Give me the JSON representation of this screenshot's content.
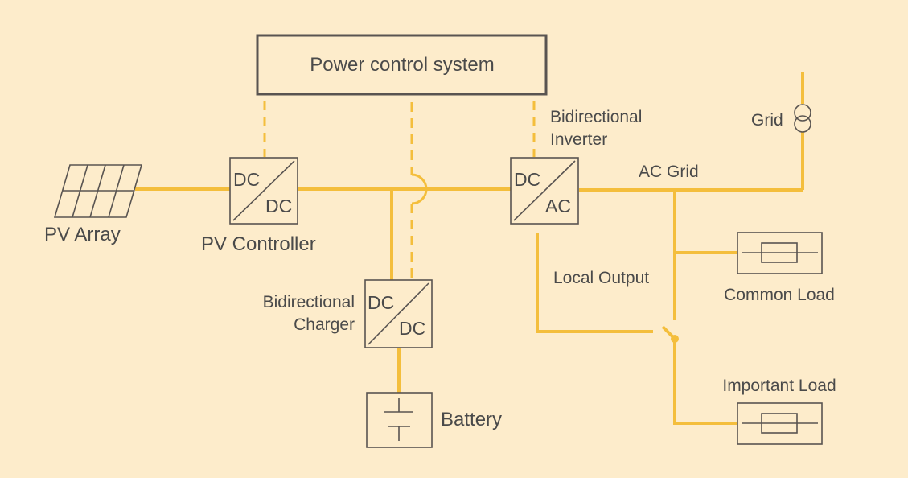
{
  "nodes": {
    "power_control": "Power control system",
    "pv_array": "PV Array",
    "pv_controller": "PV Controller",
    "pv_controller_top": "DC",
    "pv_controller_bottom": "DC",
    "inverter_label_1": "Bidirectional",
    "inverter_label_2": "Inverter",
    "inverter_top": "DC",
    "inverter_bottom": "AC",
    "charger_label_1": "Bidirectional",
    "charger_label_2": "Charger",
    "charger_top": "DC",
    "charger_bottom": "DC",
    "battery": "Battery",
    "grid": "Grid",
    "ac_grid": "AC Grid",
    "local_output": "Local Output",
    "common_load": "Common Load",
    "important_load": "Important Load"
  },
  "colors": {
    "background": "#fdeccb",
    "wire": "#f4be3c",
    "outline": "#595451",
    "text": "#4a4a4a"
  }
}
